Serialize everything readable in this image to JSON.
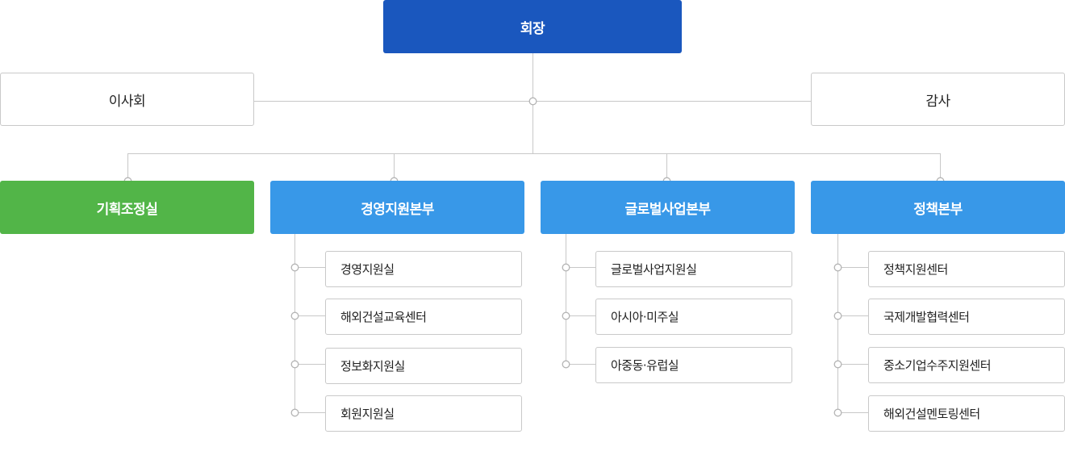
{
  "colors": {
    "ceo": "#1a57be",
    "planning_office": "#52b548",
    "division": "#3898e8",
    "connector_line": "#c8c8c8",
    "box_border": "#c9c9c9"
  },
  "chairman": "회장",
  "board": "이사회",
  "auditor": "감사",
  "planning_office": "기획조정실",
  "divisions": [
    {
      "name": "경영지원본부",
      "units": [
        "경영지원실",
        "해외건설교육센터",
        "정보화지원실",
        "회원지원실"
      ]
    },
    {
      "name": "글로벌사업본부",
      "units": [
        "글로벌사업지원실",
        "아시아·미주실",
        "아중동·유럽실"
      ]
    },
    {
      "name": "정책본부",
      "units": [
        "정책지원센터",
        "국제개발협력센터",
        "중소기업수주지원센터",
        "해외건설멘토링센터"
      ]
    }
  ]
}
